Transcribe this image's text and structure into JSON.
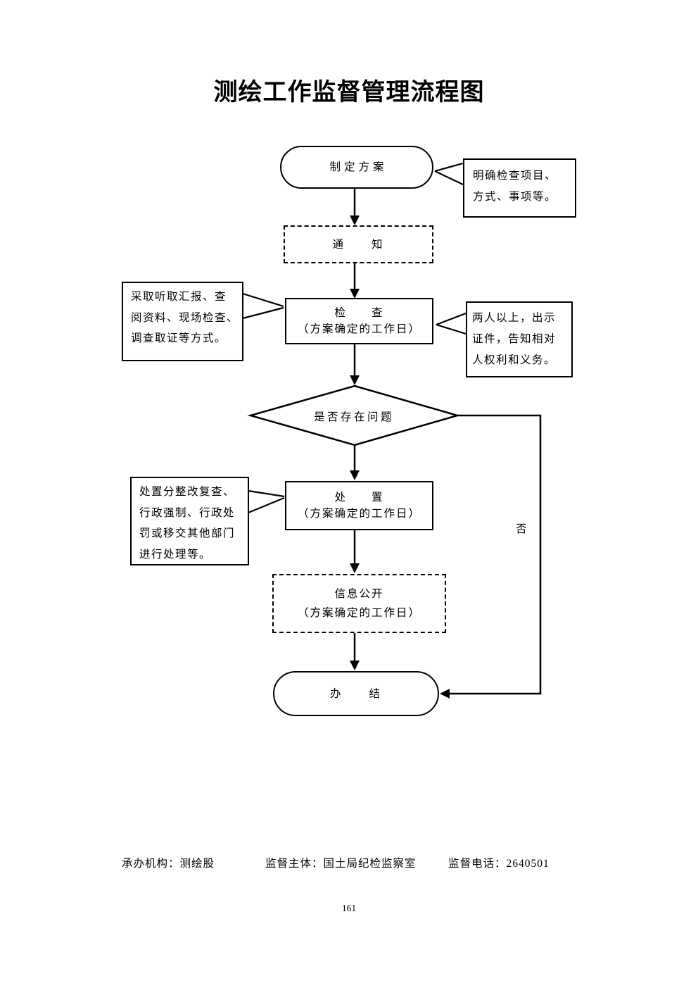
{
  "page": {
    "title": "测绘工作监督管理流程图",
    "page_number": "161"
  },
  "flowchart": {
    "nodes": {
      "plan": {
        "label": "制定方案"
      },
      "notify": {
        "label": "通　　知"
      },
      "inspect": {
        "title": "检　　查",
        "subtitle": "（方案确定的工作日）"
      },
      "decision": {
        "label": "是否存在问题"
      },
      "dispose": {
        "title": "处　　置",
        "subtitle": "（方案确定的工作日）"
      },
      "publicity": {
        "title": "信息公开",
        "subtitle": "（方案确定的工作日）"
      },
      "finish": {
        "label": "办　　结"
      }
    },
    "callouts": {
      "plan_note": {
        "lines": [
          "明确检查项目、",
          "方式、事项等。"
        ]
      },
      "inspect_method": {
        "lines": [
          "采取听取汇报、查",
          "阅资料、现场检查、",
          "调查取证等方式。"
        ]
      },
      "inspect_rule": {
        "lines": [
          "两人以上，出示",
          "证件，告知相对",
          "人权利和义务。"
        ]
      },
      "dispose_note": {
        "lines": [
          "处置分整改复查、",
          "行政强制、行政处",
          "罚或移交其他部门",
          "进行处理等。"
        ]
      }
    },
    "edge_labels": {
      "no": "否"
    },
    "colors": {
      "ink": "#000000",
      "paper": "#ffffff"
    }
  },
  "footer": {
    "agency": "承办机构：测绘股",
    "supervisor": "监督主体：国土局纪检监察室",
    "phone": "监督电话：2640501"
  }
}
